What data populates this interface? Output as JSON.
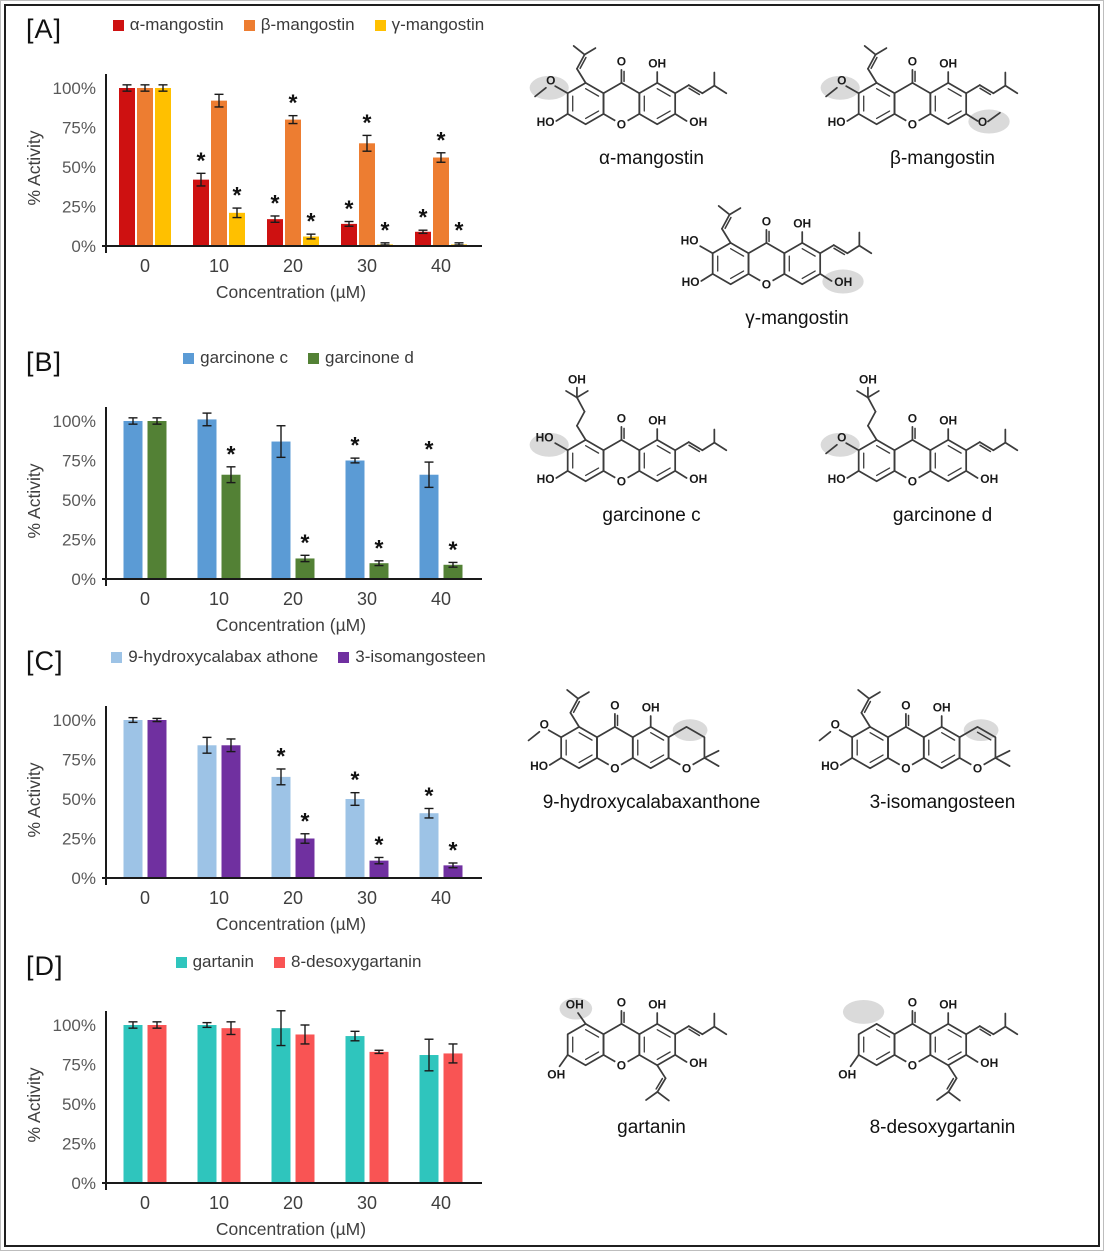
{
  "figure": {
    "type": "scientific-figure",
    "background": "#ffffff",
    "border_color": "#1f1f1f",
    "highlight_color": "#d6d6d6",
    "structure_line_color": "#3c3c3c",
    "axis_color": "#1a1a1a",
    "tick_label_color": "#595959",
    "axis_title_color": "#3f3f3f",
    "asterisk_color": "#111111"
  },
  "chart_data": [
    {
      "panel": "[A]",
      "type": "bar",
      "categories": [
        "0",
        "10",
        "20",
        "30",
        "40"
      ],
      "xlabel": "Concentration (µM)",
      "ylabel": "% Activity",
      "ylim": [
        0,
        110
      ],
      "yticks": [
        0,
        25,
        50,
        75,
        100
      ],
      "ytick_labels": [
        "0%",
        "25%",
        "50%",
        "75%",
        "100%"
      ],
      "grid": false,
      "legend_position": "top",
      "series": [
        {
          "name": "α-mangostin",
          "color": "#CE1111",
          "values": [
            100,
            42,
            17,
            14,
            9
          ],
          "errors": [
            2,
            4,
            2,
            1.5,
            1
          ],
          "significant": [
            false,
            true,
            true,
            true,
            true
          ]
        },
        {
          "name": "β-mangostin",
          "color": "#ED7D31",
          "values": [
            100,
            92,
            80,
            65,
            56
          ],
          "errors": [
            2,
            4,
            2.5,
            5,
            3
          ],
          "significant": [
            false,
            false,
            true,
            true,
            true
          ]
        },
        {
          "name": "γ-mangostin",
          "color": "#FFC000",
          "values": [
            100,
            21,
            6,
            1,
            1
          ],
          "errors": [
            2,
            3,
            1.5,
            1,
            1
          ],
          "significant": [
            false,
            true,
            true,
            true,
            true
          ]
        }
      ]
    },
    {
      "panel": "[B]",
      "type": "bar",
      "categories": [
        "0",
        "10",
        "20",
        "30",
        "40"
      ],
      "xlabel": "Concentration (µM)",
      "ylabel": "% Activity",
      "ylim": [
        0,
        110
      ],
      "yticks": [
        0,
        25,
        50,
        75,
        100
      ],
      "ytick_labels": [
        "0%",
        "25%",
        "50%",
        "75%",
        "100%"
      ],
      "grid": false,
      "legend_position": "top",
      "series": [
        {
          "name": "garcinone c",
          "color": "#5B9BD5",
          "values": [
            100,
            101,
            87,
            75,
            66
          ],
          "errors": [
            2,
            4,
            10,
            1.5,
            8
          ],
          "significant": [
            false,
            false,
            false,
            true,
            true
          ]
        },
        {
          "name": "garcinone d",
          "color": "#538135",
          "values": [
            100,
            66,
            13,
            10,
            9
          ],
          "errors": [
            2,
            5,
            2,
            1.5,
            1.5
          ],
          "significant": [
            false,
            true,
            true,
            true,
            true
          ]
        }
      ]
    },
    {
      "panel": "[C]",
      "type": "bar",
      "categories": [
        "0",
        "10",
        "20",
        "30",
        "40"
      ],
      "xlabel": "Concentration (µM)",
      "ylabel": "% Activity",
      "ylim": [
        0,
        110
      ],
      "yticks": [
        0,
        25,
        50,
        75,
        100
      ],
      "ytick_labels": [
        "0%",
        "25%",
        "50%",
        "75%",
        "100%"
      ],
      "grid": false,
      "legend_position": "top",
      "series": [
        {
          "name": "9-hydroxycalabax athone",
          "color": "#9DC3E6",
          "values": [
            100,
            84,
            64,
            50,
            41
          ],
          "errors": [
            1.5,
            5,
            5,
            4,
            3
          ],
          "significant": [
            false,
            false,
            true,
            true,
            true
          ]
        },
        {
          "name": "3-isomangosteen",
          "color": "#7030A0",
          "values": [
            100,
            84,
            25,
            11,
            8
          ],
          "errors": [
            1,
            4,
            3,
            2,
            1.5
          ],
          "significant": [
            false,
            false,
            true,
            true,
            true
          ]
        }
      ]
    },
    {
      "panel": "[D]",
      "type": "bar",
      "categories": [
        "0",
        "10",
        "20",
        "30",
        "40"
      ],
      "xlabel": "Concentration (µM)",
      "ylabel": "% Activity",
      "ylim": [
        0,
        110
      ],
      "yticks": [
        0,
        25,
        50,
        75,
        100
      ],
      "ytick_labels": [
        "0%",
        "25%",
        "50%",
        "75%",
        "100%"
      ],
      "grid": false,
      "legend_position": "top",
      "series": [
        {
          "name": "gartanin",
          "color": "#2FC5BD",
          "values": [
            100,
            100,
            98,
            93,
            81
          ],
          "errors": [
            2,
            1.5,
            11,
            3,
            10
          ],
          "significant": [
            false,
            false,
            false,
            false,
            false
          ]
        },
        {
          "name": "8-desoxygartanin",
          "color": "#F95454",
          "values": [
            100,
            98,
            94,
            83,
            82
          ],
          "errors": [
            2,
            4,
            6,
            1,
            6
          ],
          "significant": [
            false,
            false,
            false,
            false,
            false
          ]
        }
      ]
    }
  ],
  "structures": [
    {
      "caption": "α-mangostin",
      "template": "xanthone",
      "top_chain": "prenyl",
      "left_upper": {
        "group": "OMe",
        "highlighted": true
      },
      "left_lower": {
        "group": "HO"
      },
      "right_top": {
        "group": "OH"
      },
      "right_lower": {
        "group": "OH",
        "highlighted": false
      }
    },
    {
      "caption": "β-mangostin",
      "template": "xanthone",
      "top_chain": "prenyl",
      "left_upper": {
        "group": "OMe",
        "highlighted": true
      },
      "left_lower": {
        "group": "HO"
      },
      "right_top": {
        "group": "OH"
      },
      "right_lower": {
        "group": "OMe",
        "highlighted": true
      }
    },
    {
      "caption": "γ-mangostin",
      "template": "xanthone",
      "top_chain": "prenyl",
      "left_upper": {
        "group": "HO",
        "highlighted": false
      },
      "left_lower": {
        "group": "HO"
      },
      "right_top": {
        "group": "OH"
      },
      "right_lower": {
        "group": "OH",
        "highlighted": true
      }
    },
    {
      "caption": "garcinone c",
      "template": "xanthone",
      "top_chain": "isopentyl-OH",
      "left_upper": {
        "group": "HO",
        "highlighted": true
      },
      "left_lower": {
        "group": "HO"
      },
      "right_top": {
        "group": "OH"
      },
      "right_lower": {
        "group": "OH",
        "highlighted": false
      }
    },
    {
      "caption": "garcinone d",
      "template": "xanthone",
      "top_chain": "isopentyl-OH",
      "left_upper": {
        "group": "OMe",
        "highlighted": true
      },
      "left_lower": {
        "group": "HO"
      },
      "right_top": {
        "group": "OH"
      },
      "right_lower": {
        "group": "OH",
        "highlighted": false
      }
    },
    {
      "caption": "9-hydroxycalabaxanthone",
      "template": "chromene",
      "pyran_double_bond": false,
      "pyran_highlighted": true,
      "left_upper": {
        "group": "OMe",
        "highlighted": false
      },
      "left_lower": {
        "group": "HO"
      },
      "right_top": {
        "group": "OH"
      }
    },
    {
      "caption": "3-isomangosteen",
      "template": "chromene",
      "pyran_double_bond": true,
      "pyran_highlighted": true,
      "left_upper": {
        "group": "OMe",
        "highlighted": false
      },
      "left_lower": {
        "group": "HO"
      },
      "right_top": {
        "group": "OH"
      }
    },
    {
      "caption": "gartanin",
      "template": "gartanin",
      "top_left_oh": true,
      "top_left_highlighted": true,
      "bottom_left": {
        "group": "OH"
      },
      "right_top": {
        "group": "OH"
      },
      "right_lower": {
        "group": "OH"
      }
    },
    {
      "caption": "8-desoxygartanin",
      "template": "gartanin",
      "top_left_oh": false,
      "top_left_highlighted": true,
      "bottom_left": {
        "group": "OH"
      },
      "right_top": {
        "group": "OH"
      },
      "right_lower": {
        "group": "OH"
      }
    }
  ]
}
